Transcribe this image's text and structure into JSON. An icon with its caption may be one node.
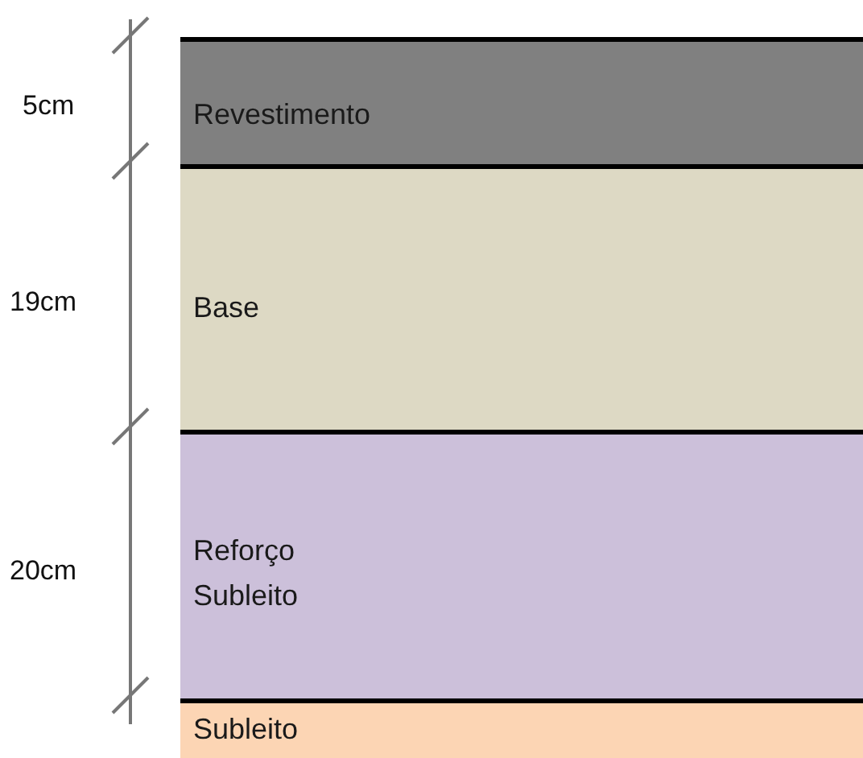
{
  "diagram": {
    "nodes": [
      {
        "text": [
          "Revestimento"
        ]
      },
      {
        "text": [
          "Base"
        ]
      },
      {
        "text": [
          "Reforço Subleito"
        ]
      },
      {
        "text": [
          "Subleito"
        ]
      }
    ],
    "labels": [
      "5cm",
      "19cm",
      "20cm"
    ]
  }
}
